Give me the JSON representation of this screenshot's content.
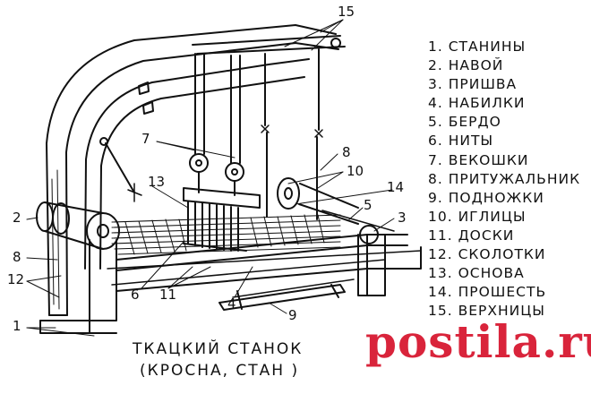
{
  "diagram": {
    "callouts": [
      "15",
      "7",
      "8",
      "10",
      "13",
      "14",
      "2",
      "5",
      "3",
      "8",
      "12",
      "6",
      "11",
      "4",
      "9",
      "1"
    ],
    "legend": [
      "1. СТАНИНЫ",
      "2. НАВОЙ",
      "3. ПРИШВА",
      "4. НАБИЛКИ",
      "5. БЕРДО",
      "6. НИТЫ",
      "7. ВЕКОШКИ",
      "8. ПРИТУЖАЛЬНИК",
      "9. ПОДНОЖКИ",
      "10. ИГЛИЦЫ",
      "11. ДОСКИ",
      "12. СКОЛОТКИ",
      "13. ОСНОВА",
      "14. ПРОШЕСТЬ",
      "15. ВЕРХНИЦЫ"
    ],
    "caption_line1": "ТКАЦКИЙ  СТАНОК",
    "caption_line2": "(КРОСНА,  СТАН )"
  },
  "watermark": {
    "text": "postila.ru",
    "color": "#d9243b"
  }
}
